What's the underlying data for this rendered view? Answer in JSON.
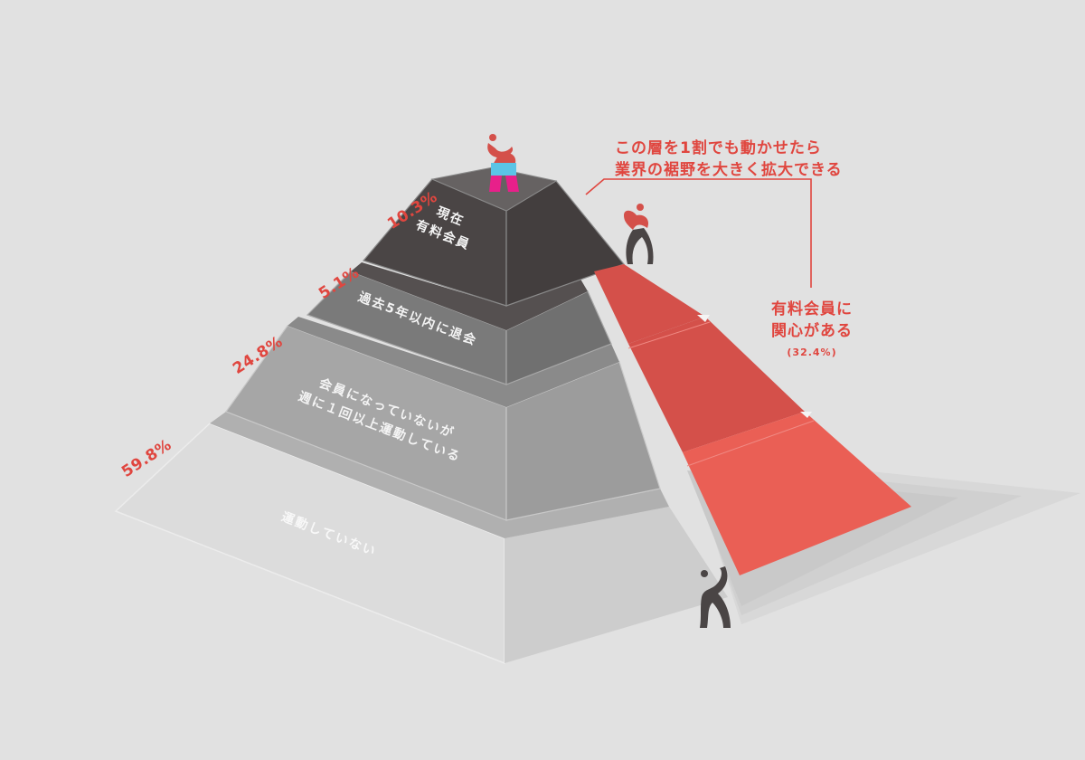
{
  "colors": {
    "background": "#e1e1e1",
    "accent_red": "#e0463f",
    "top_layer": "#4a4545",
    "layer2": "#7a7a7a",
    "layer3": "#a3a3a3",
    "layer4": "#d9d9d9",
    "ramp_dark": "#d4504a",
    "ramp_light": "#ea5f55",
    "figure_dark": "#4a4545",
    "figure_cyan": "#5bc4e6",
    "figure_magenta": "#e8208a"
  },
  "pyramid": {
    "layers": [
      {
        "label_line1": "現在",
        "label_line2": "有料会員",
        "percent": "10.3%"
      },
      {
        "label_line1": "過去5年以内に退会",
        "percent": "5.1%"
      },
      {
        "label_line1": "会員になっていないが",
        "label_line2": "週に１回以上運動している",
        "percent": "24.8%"
      },
      {
        "label_line1": "運動していない",
        "percent": "59.8%"
      }
    ]
  },
  "callout_top": {
    "line1": "この層を1割でも動かせたら",
    "line2": "業界の裾野を大きく拡大できる"
  },
  "callout_right": {
    "line1": "有料会員に",
    "line2": "関心がある",
    "sub": "(32.4%)"
  },
  "figures": [
    {
      "name": "figure-top-member",
      "icon": "person-cheering"
    },
    {
      "name": "figure-ramp-top",
      "icon": "person-walking"
    },
    {
      "name": "figure-ramp-bottom",
      "icon": "person-climbing"
    }
  ],
  "chart_data": {
    "type": "pyramid",
    "title": "",
    "categories": [
      "現在有料会員",
      "過去5年以内に退会",
      "会員になっていないが週に１回以上運動している",
      "運動していない"
    ],
    "values": [
      10.3,
      5.1,
      24.8,
      59.8
    ],
    "unit": "%",
    "annotations": [
      {
        "text": "この層を1割でも動かせたら業界の裾野を大きく拡大できる"
      },
      {
        "text": "有料会員に関心がある",
        "value": 32.4,
        "unit": "%"
      }
    ]
  }
}
